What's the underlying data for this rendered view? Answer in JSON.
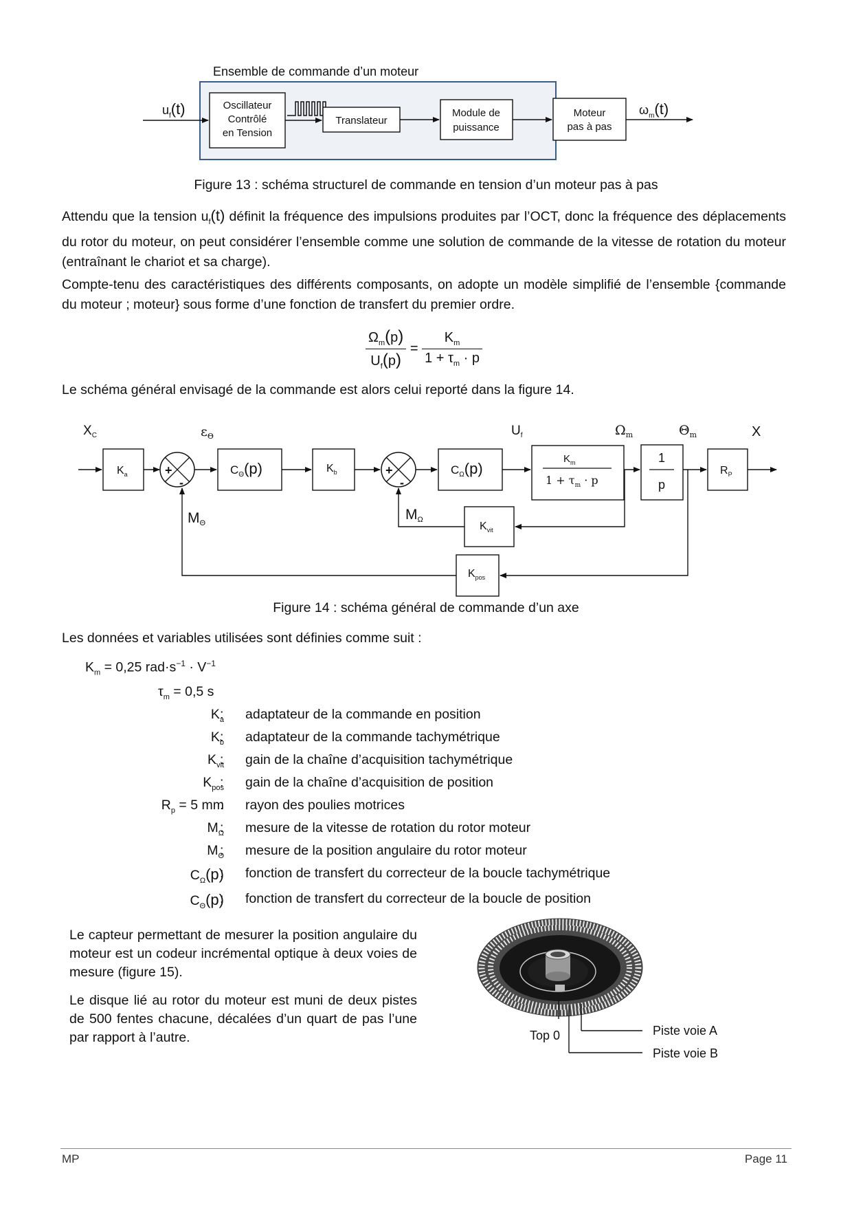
{
  "figure13": {
    "group_title": "Ensemble de commande d’un moteur",
    "input": "u",
    "input_sub": "f",
    "input_arg": "(t)",
    "blocks": [
      {
        "lines": [
          "Oscillateur",
          "Contrôlé",
          "en Tension"
        ]
      },
      {
        "lines": [
          "Translateur"
        ]
      },
      {
        "lines": [
          "Module de",
          "puissance"
        ]
      },
      {
        "lines": [
          "Moteur",
          "pas à pas"
        ]
      }
    ],
    "output": "ω",
    "output_sub": "m",
    "output_arg": "(t)",
    "caption": "Figure 13 : schéma structurel de commande en tension d’un moteur pas à pas"
  },
  "text": {
    "p1_a": "Attendu que la tension ",
    "p1_sym": "u",
    "p1_sym_sub": "f",
    "p1_sym_arg": "(t)",
    "p1_b": " définit la fréquence des impulsions produites par l’OCT, donc la fréquence des déplacements du rotor du moteur, on peut considérer l’ensemble comme une solution de commande de la vitesse de rotation du moteur (entraînant le chariot et sa charge).",
    "p2": "Compte-tenu des caractéristiques des différents composants, on adopte un modèle simplifié de l’ensemble {commande du moteur ; moteur} sous forme d’une fonction de transfert du premier ordre.",
    "p3": "Le schéma général envisagé de la commande est alors celui reporté dans la figure 14.",
    "p4": "Les données et variables utilisées sont définies comme suit :",
    "p5": "Le capteur permettant de mesurer la position angulaire du moteur est un codeur incrémental optique à deux voies de mesure (figure 15).",
    "p6": "Le disque lié au rotor du moteur est muni de deux pistes de 500 fentes chacune, décalées d’un quart de pas l’une par rapport à l’autre."
  },
  "equation": {
    "lhs_num": "Ωm(p)",
    "lhs_den": "Uf(p)",
    "equals": "=",
    "rhs_num": "Km",
    "rhs_den": "1+τm·p"
  },
  "figure14": {
    "labels": {
      "xc": "X",
      "xc_sub": "C",
      "eps": "ε",
      "eps_sub": "Θ",
      "uf": "U",
      "uf_sub": "f",
      "om": "Ω",
      "om_sub": "m",
      "thm": "Θ",
      "thm_sub": "m",
      "x": "X",
      "m_theta": "M",
      "m_theta_sub": "Θ",
      "m_omega": "M",
      "m_omega_sub": "Ω"
    },
    "blocks": {
      "ka": "K",
      "ka_sub": "a",
      "ctheta": "C",
      "ctheta_sub": "Θ",
      "ctheta_arg": "(p)",
      "kb": "K",
      "kb_sub": "b",
      "comega": "C",
      "comega_sub": "Ω",
      "comega_arg": "(p)",
      "motor_num": "K",
      "motor_num_sub": "m",
      "motor_den": "1 + τ",
      "motor_den_sub": "m",
      "motor_den_tail": " · p",
      "integ_num": "1",
      "integ_den": "p",
      "rp": "R",
      "rp_sub": "P",
      "kvit": "K",
      "kvit_sub": "vit",
      "kpos": "K",
      "kpos_sub": "pos"
    },
    "plus": "+",
    "minus": "-",
    "caption": "Figure 14 : schéma général de commande d’un axe"
  },
  "definitions": [
    {
      "sym": "K",
      "sub": "m",
      "tail": " = 0,25 rad·s",
      "sup1": "−1",
      "tail2": " · V",
      "sup2": "−1",
      "colon": "",
      "desc": ""
    },
    {
      "sym": "τ",
      "sub": "m",
      "tail": " = 0,5 s",
      "colon": "",
      "desc": ""
    },
    {
      "sym": "K",
      "sub": "a",
      "colon": ":",
      "desc": "adaptateur de la commande en position"
    },
    {
      "sym": "K",
      "sub": "b",
      "colon": ":",
      "desc": "adaptateur de la commande tachymétrique"
    },
    {
      "sym": "K",
      "sub": "vit",
      "colon": ":",
      "desc": "gain de la chaîne d’acquisition tachymétrique"
    },
    {
      "sym": "K",
      "sub": "pos",
      "colon": ":",
      "desc": "gain de la chaîne d’acquisition de position"
    },
    {
      "sym": "R",
      "sub": "p",
      "tail": " = 5 mm",
      "colon": ":",
      "desc": "rayon des poulies motrices"
    },
    {
      "sym": "M",
      "sub": "Ω",
      "colon": ":",
      "desc": "mesure de la vitesse de rotation du rotor moteur"
    },
    {
      "sym": "M",
      "sub": "Θ",
      "colon": ":",
      "desc": "mesure de la position angulaire du rotor moteur"
    },
    {
      "sym": "C",
      "sub": "Ω",
      "tail": "(p)",
      "colon": ":",
      "desc": "fonction de transfert du correcteur de la boucle tachymétrique"
    },
    {
      "sym": "C",
      "sub": "Θ",
      "tail": "(p)",
      "colon": ":",
      "desc": "fonction de transfert du correcteur de la boucle de position"
    }
  ],
  "figure15": {
    "label_a": "Piste voie A",
    "label_b": "Piste voie B",
    "label_top": "Top 0"
  },
  "footer": {
    "left": "MP",
    "right": "Page 11"
  }
}
